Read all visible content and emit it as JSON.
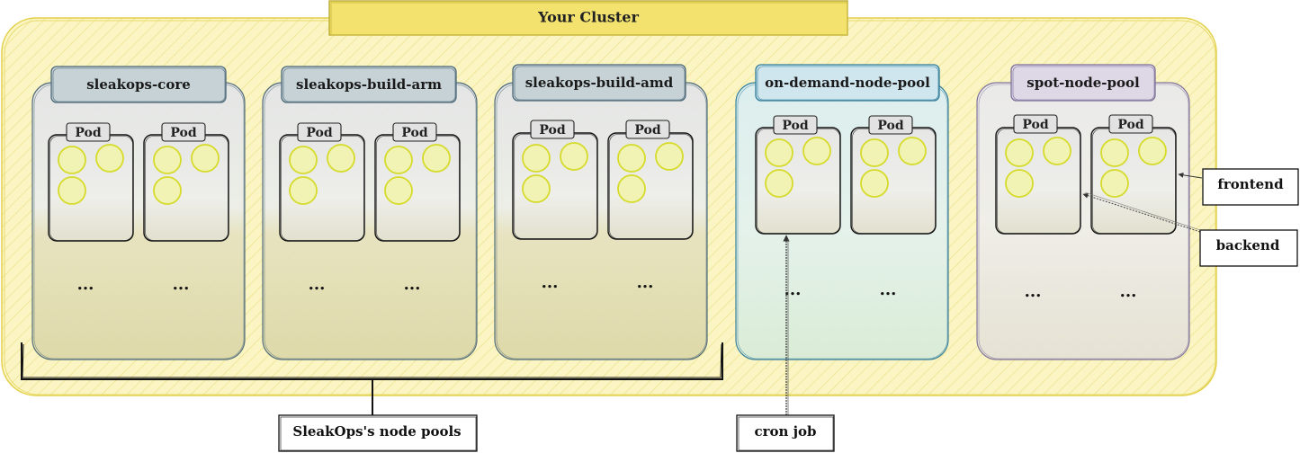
{
  "cluster": {
    "title": "Your Cluster"
  },
  "pools": [
    {
      "name": "sleakops-core",
      "pods": [
        {
          "label": "Pod",
          "ellipsis": "..."
        },
        {
          "label": "Pod",
          "ellipsis": "..."
        }
      ]
    },
    {
      "name": "sleakops-build-arm",
      "pods": [
        {
          "label": "Pod",
          "ellipsis": "..."
        },
        {
          "label": "Pod",
          "ellipsis": "..."
        }
      ]
    },
    {
      "name": "sleakops-build-amd",
      "pods": [
        {
          "label": "Pod",
          "ellipsis": "..."
        },
        {
          "label": "Pod",
          "ellipsis": "..."
        }
      ]
    },
    {
      "name": "on-demand-node-pool",
      "pods": [
        {
          "label": "Pod",
          "ellipsis": "..."
        },
        {
          "label": "Pod",
          "ellipsis": "..."
        }
      ]
    },
    {
      "name": "spot-node-pool",
      "pods": [
        {
          "label": "Pod",
          "ellipsis": "..."
        },
        {
          "label": "Pod",
          "ellipsis": "..."
        }
      ]
    }
  ],
  "annotations": {
    "node_pools_label": "SleakOps's node pools",
    "cron_job": "cron job",
    "frontend": "frontend",
    "backend": "backend"
  },
  "colors": {
    "cluster_fill": "#fbf6c9",
    "cluster_stroke": "#e2d04a",
    "title_fill": "#f3e36e",
    "sleakops_header": "#c6d2d6",
    "sleakops_stroke": "#4a6676",
    "ondemand_header": "#cfe6ee",
    "ondemand_stroke": "#2f7a99",
    "spot_header": "#ddd7e6",
    "spot_stroke": "#7d6f97",
    "container": "#e9f07a"
  }
}
